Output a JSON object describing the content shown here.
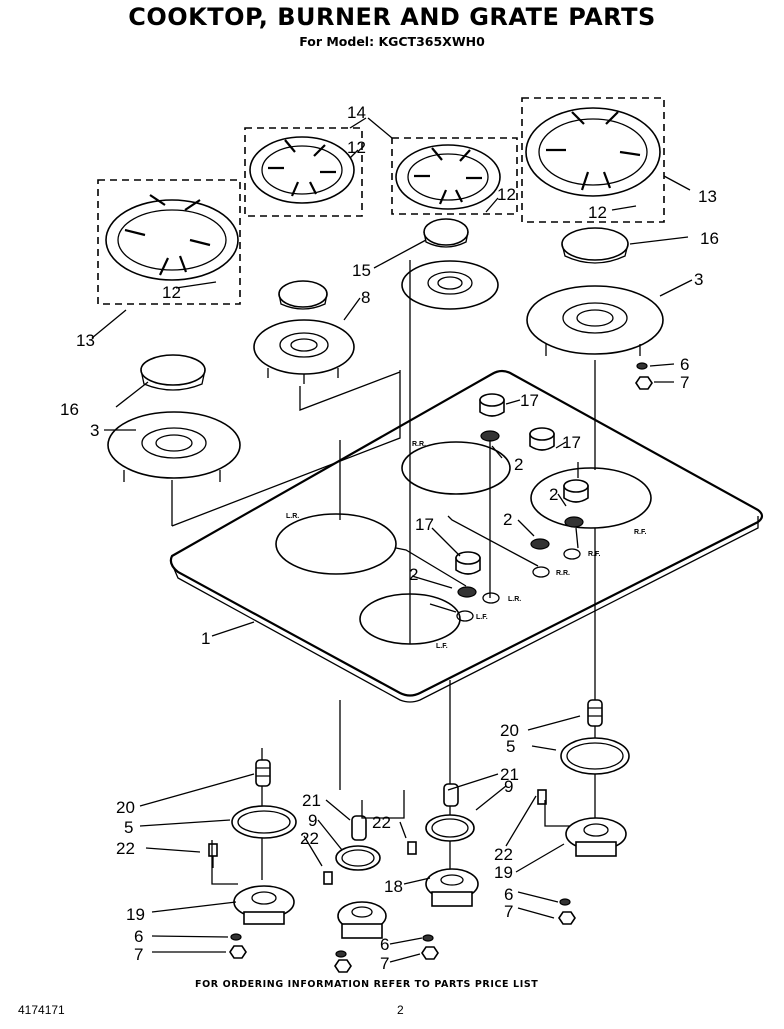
{
  "header": {
    "title": "COOKTOP, BURNER AND GRATE PARTS",
    "subtitle": "For Model: KGCT365XWH0"
  },
  "footer": {
    "note": "FOR ORDERING INFORMATION REFER TO PARTS PRICE LIST",
    "doc_number": "4174171",
    "page_number": "2"
  },
  "burner_position_labels": {
    "left_rear": "L.R.",
    "left_front": "L.F.",
    "right_rear": "R.R.",
    "right_front": "R.F."
  },
  "callouts": [
    {
      "id": "14",
      "label": "14"
    },
    {
      "id": "12",
      "label": "12"
    },
    {
      "id": "13",
      "label": "13"
    },
    {
      "id": "16",
      "label": "16"
    },
    {
      "id": "15",
      "label": "15"
    },
    {
      "id": "8",
      "label": "8"
    },
    {
      "id": "3",
      "label": "3"
    },
    {
      "id": "6",
      "label": "6"
    },
    {
      "id": "7",
      "label": "7"
    },
    {
      "id": "17",
      "label": "17"
    },
    {
      "id": "2",
      "label": "2"
    },
    {
      "id": "1",
      "label": "1"
    },
    {
      "id": "20",
      "label": "20"
    },
    {
      "id": "5",
      "label": "5"
    },
    {
      "id": "21",
      "label": "21"
    },
    {
      "id": "9",
      "label": "9"
    },
    {
      "id": "22",
      "label": "22"
    },
    {
      "id": "19",
      "label": "19"
    },
    {
      "id": "18",
      "label": "18"
    }
  ]
}
